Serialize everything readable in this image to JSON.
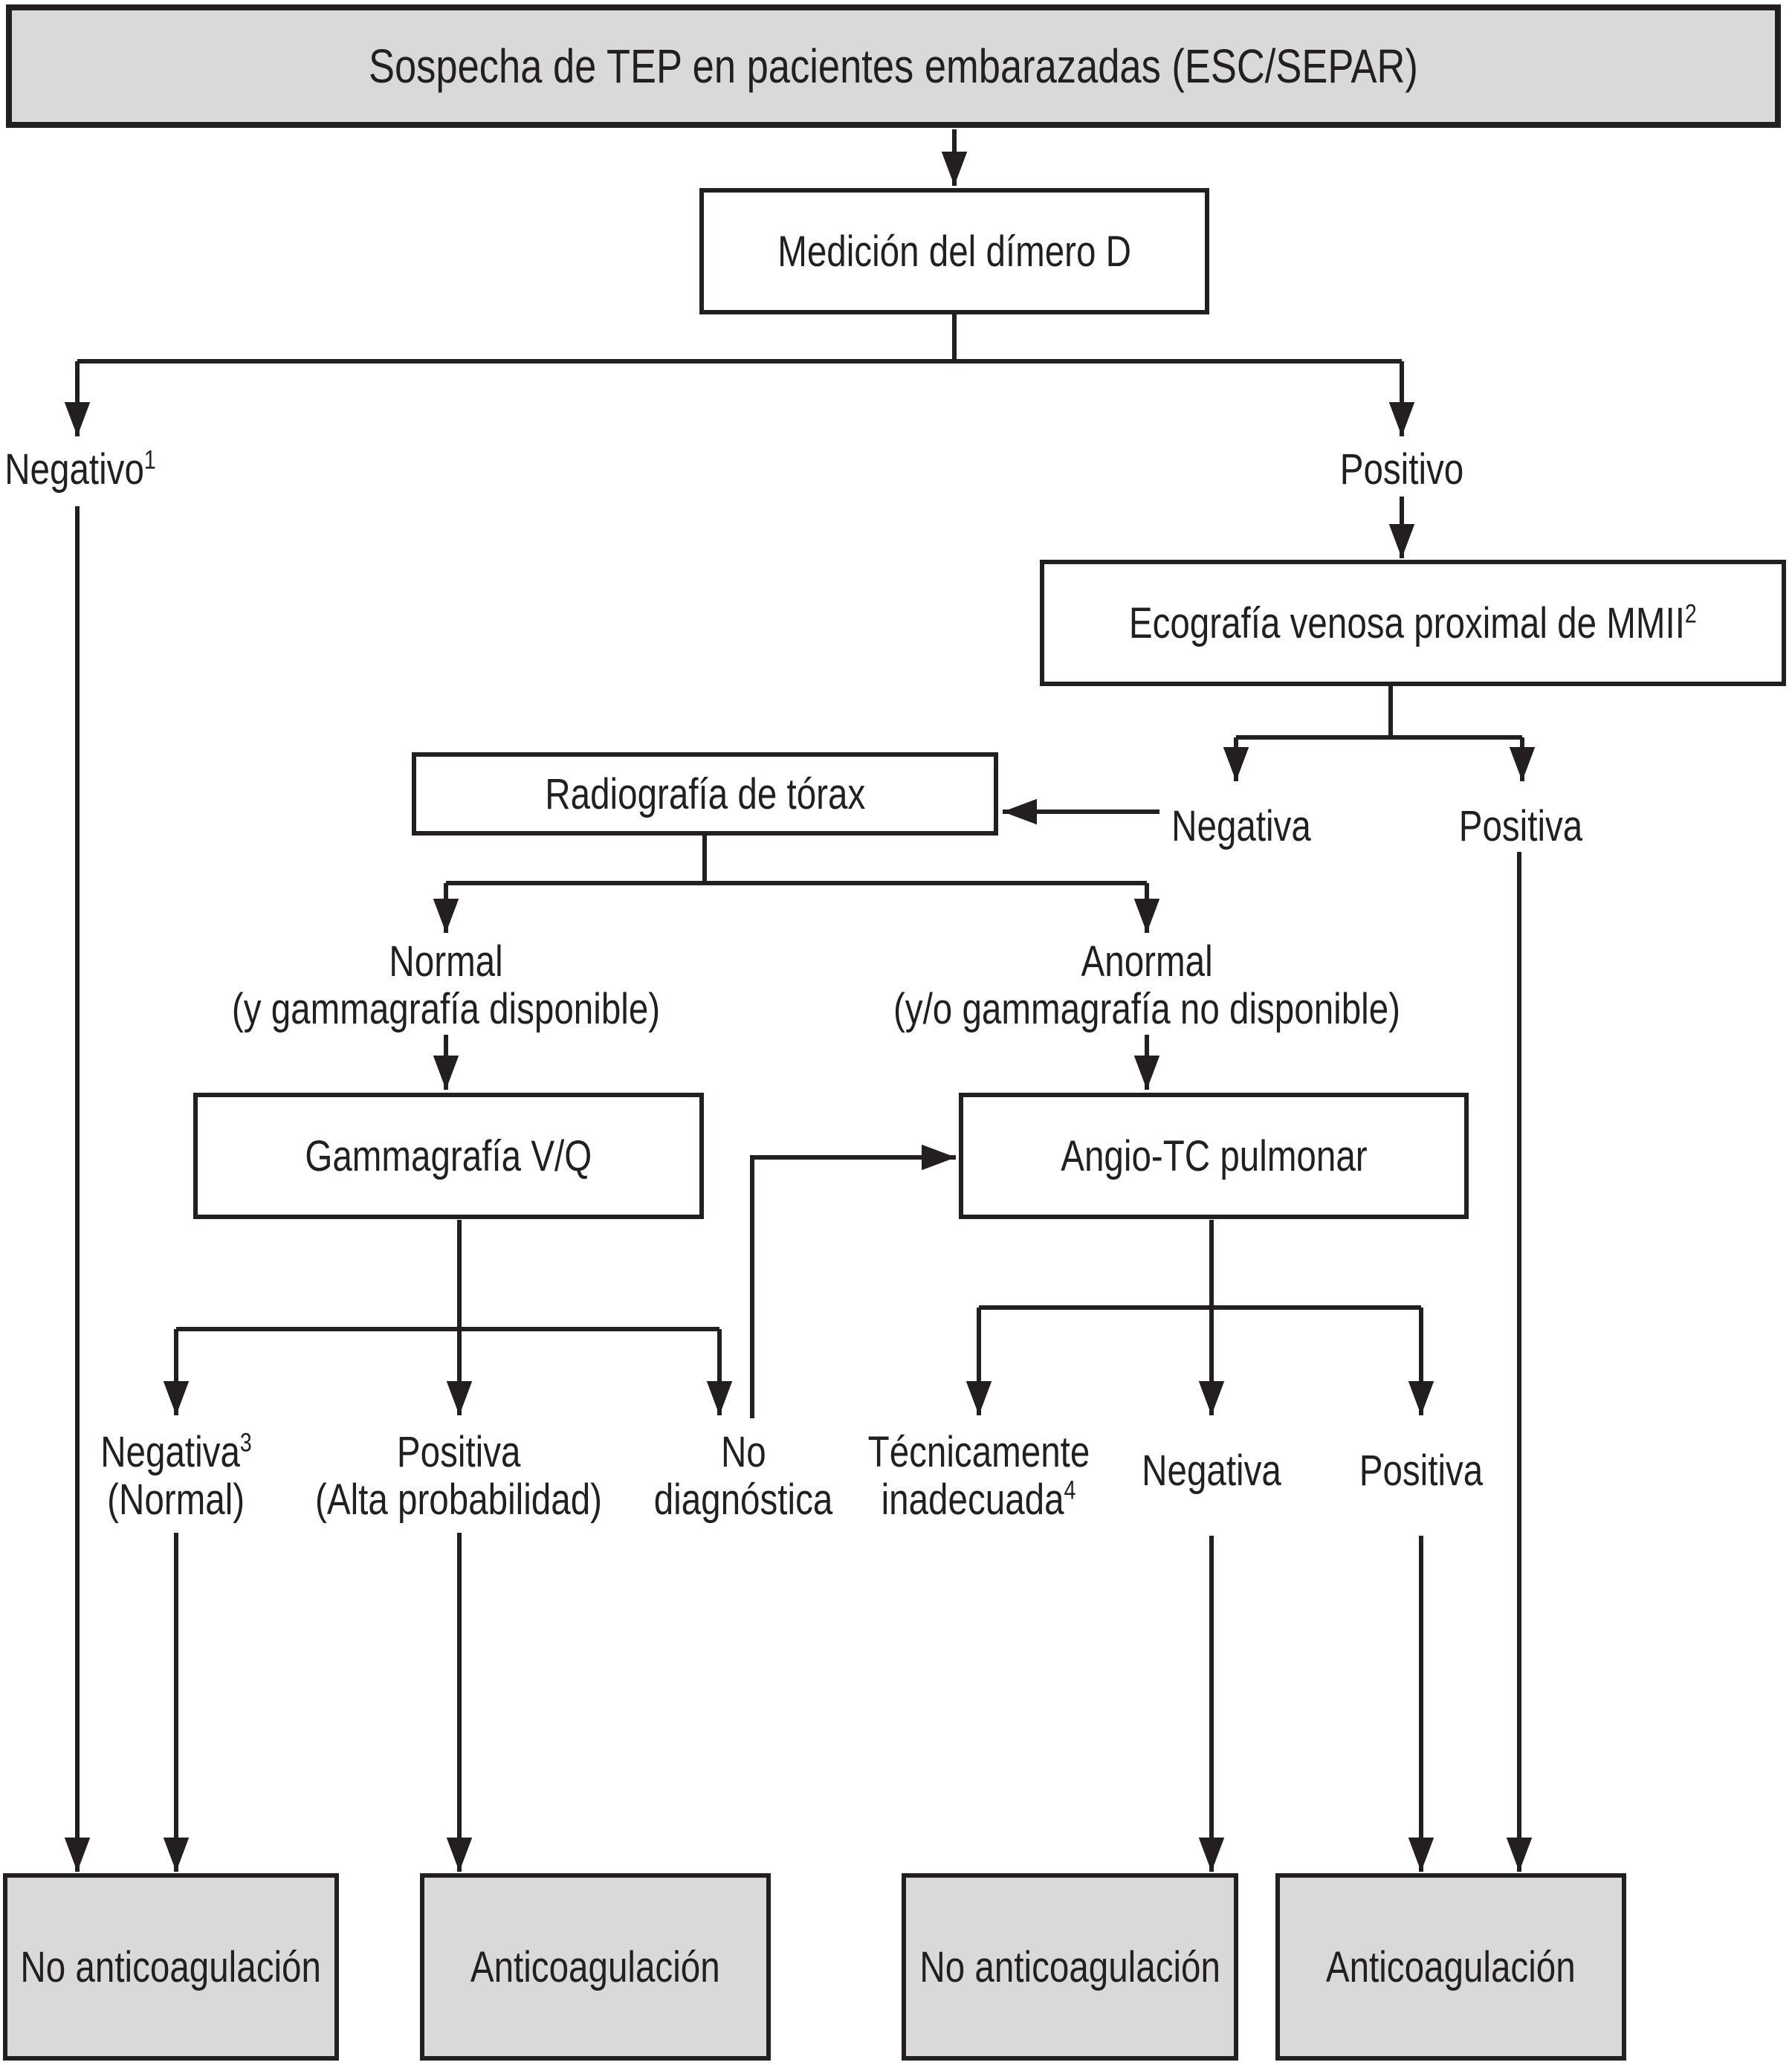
{
  "meta": {
    "diagram_type": "flowchart",
    "language": "es",
    "colors": {
      "node_fill_gray": "#d9d9d9",
      "node_fill_white": "#ffffff",
      "line_color": "#231f20",
      "background": "#ffffff"
    }
  },
  "nodes": {
    "title": "Sospecha de TEP en pacientes embarazadas (ESC/SEPAR)",
    "dimer": "Medición del dímero D",
    "eco": {
      "text": "Ecografía venosa proximal de MMII",
      "sup": "2"
    },
    "rx": "Radiografía de tórax",
    "gamma": "Gammagrafía V/Q",
    "angio": "Angio-TC pulmonar",
    "out1": "No anticoagulación",
    "out2": "Anticoagulación",
    "out3": "No anticoagulación",
    "out4": "Anticoagulación"
  },
  "labels": {
    "dimer_negative": {
      "text": "Negativo",
      "sup": "1"
    },
    "dimer_positive": "Positivo",
    "eco_negative": "Negativa",
    "eco_positive": "Positiva",
    "rx_normal_1": "Normal",
    "rx_normal_2": "(y gammagrafía disponible)",
    "rx_abnormal_1": "Anormal",
    "rx_abnormal_2": "(y/o gammagrafía no disponible)",
    "vq_negative_1": {
      "text": "Negativa",
      "sup": "3"
    },
    "vq_negative_2": "(Normal)",
    "vq_positive_1": "Positiva",
    "vq_positive_2": "(Alta probabilidad)",
    "vq_nondiag_1": "No",
    "vq_nondiag_2": "diagnóstica",
    "tc_inadequate_1": "Técnicamente",
    "tc_inadequate_2": {
      "text": "inadecuada",
      "sup": "4"
    },
    "tc_negative": "Negativa",
    "tc_positive": "Positiva"
  }
}
